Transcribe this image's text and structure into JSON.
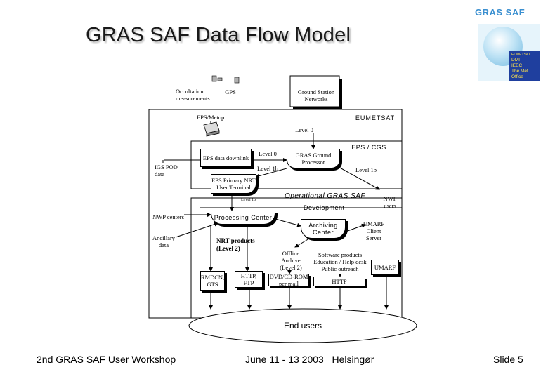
{
  "slide": {
    "title": "GRAS SAF Data Flow Model",
    "footer_left": "2nd GRAS SAF User Workshop",
    "footer_center": "June 11 - 13 2003   Helsingør",
    "footer_right": "Slide 5"
  },
  "logo": {
    "title": "GRAS SAF",
    "partners": [
      "DMI",
      "IEEC",
      "The Met Office"
    ],
    "partner_top": "EUMETSAT"
  },
  "diagram": {
    "occultation": "Occultation measurements",
    "gps": "GPS",
    "ground_station": "Ground Station Networks",
    "eps_metop": "EPS/Metop",
    "eumetsat": "EUMETSAT",
    "level0_top": "Level 0",
    "eps_cgs": "EPS / CGS",
    "eps_downlink": "EPS data downlink",
    "level0_mid": "Level 0",
    "gras_processor": "GRAS Ground Processor",
    "level1b_a": "Level 1b",
    "level1b_b": "Level 1b",
    "igs_pod": "IGS POD data",
    "eps_primary": "EPS Primary NRT User Terminal",
    "level1b_small": "Level 1b",
    "operational": "Operational GRAS SAF",
    "nwp_users": "NWP users",
    "development": "Development",
    "nwp_centers": "NWP centers",
    "processing_center": "Processing Center",
    "archiving_center": "Archiving Center",
    "umarf_client": "UMARF",
    "client_server": "Client Server",
    "ancillary": "Ancillary data",
    "nrt_products": "NRT products (Level 2)",
    "offline_archive": "Offline Archive (Level 2)",
    "software_products": "Software products Education / Help desk Public outreach",
    "umarf": "UMARF",
    "rmdcn": "RMDCN, GTS",
    "http_ftp": "HTTP, FTP",
    "dvd_cd": "DVD/CD-ROM per mail",
    "http": "HTTP",
    "end_users": "End users"
  }
}
